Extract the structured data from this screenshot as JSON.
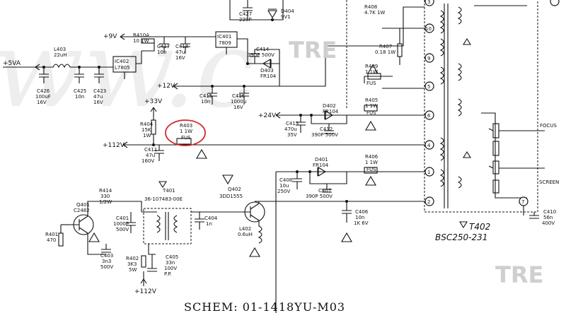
{
  "title": "SCHEM: 01-1418YU-M03",
  "watermark": {
    "big": "TRE",
    "small": "TRE",
    "faint": "ww.c"
  },
  "rails": {
    "v5a": "+5VA",
    "v9": "+9V",
    "v12": "+12V",
    "v33": "+33V",
    "v24": "+24V",
    "v112": "+112V",
    "v112b": "+112V"
  },
  "signals": {
    "focus": "FOCUS",
    "screen": "SCREEN"
  },
  "transformer": {
    "name": "T402",
    "part": "BSC250-231",
    "pins": [
      "3",
      "10",
      "9",
      "5",
      "6",
      "4",
      "1",
      "2",
      "7"
    ]
  },
  "drive_xfmr": {
    "name": "T401",
    "part": "36-107483-00E"
  },
  "components": {
    "l403": {
      "ref": "L403",
      "val": "22uH"
    },
    "c426": {
      "ref": "C426",
      "val": "100uF",
      "v": "16V"
    },
    "c425": {
      "ref": "C425",
      "val": "10n"
    },
    "c423": {
      "ref": "C423",
      "val": "47u",
      "v": "16V"
    },
    "ic402": {
      "ref": "IC402",
      "part": "L7805"
    },
    "r410a": {
      "ref": "R410A",
      "val": "10 1W"
    },
    "c417": {
      "ref": "C417",
      "val": "10n"
    },
    "c418": {
      "ref": "C418",
      "val": "47u",
      "v": "16V"
    },
    "ic401": {
      "ref": "IC401",
      "part": "7809"
    },
    "c427": {
      "ref": "C427",
      "val": "220P"
    },
    "d404": {
      "ref": "D404",
      "val": "9V1"
    },
    "c414": {
      "ref": "C414",
      "val": "390P 500V"
    },
    "d403": {
      "ref": "D403",
      "val": "FR104"
    },
    "c415": {
      "ref": "C415",
      "val": "10n"
    },
    "c416": {
      "ref": "C416",
      "val": "1000u",
      "v": "16V"
    },
    "r408": {
      "ref": "R408",
      "val": "4.7K 1W"
    },
    "r407": {
      "ref": "R407",
      "val": "0.18 1W"
    },
    "r409": {
      "ref": "R409",
      "val": "1 1W",
      "type": "FUS"
    },
    "r405": {
      "ref": "R405",
      "val": "1 1W",
      "type": "FUS"
    },
    "r404": {
      "ref": "R404",
      "val": "15K",
      "w": "1W"
    },
    "r403": {
      "ref": "R403",
      "val": "1 1W",
      "type": "FUS"
    },
    "c411": {
      "ref": "C411",
      "val": "47u",
      "v": "160V"
    },
    "d402": {
      "ref": "D402",
      "val": "FR104"
    },
    "c413": {
      "ref": "C413",
      "val": "470u",
      "v": "35V"
    },
    "c412": {
      "ref": "C412",
      "val": "390P 500V"
    },
    "d401": {
      "ref": "D401",
      "val": "FR104"
    },
    "r406": {
      "ref": "R406",
      "val": "1 1W",
      "type": "FUS"
    },
    "c408": {
      "ref": "C408",
      "val": "10u",
      "v": "250V"
    },
    "c407": {
      "ref": "C407",
      "val": "390P 500V"
    },
    "c406": {
      "ref": "C406",
      "val": "10n",
      "v": "1K 6V"
    },
    "c410": {
      "ref": "C410",
      "val": "56n",
      "v": "400V"
    },
    "r414": {
      "ref": "R414",
      "val": "330",
      "w": "1/2W"
    },
    "q401": {
      "ref": "Q401",
      "part": "C2482"
    },
    "r401": {
      "ref": "R401",
      "val": "470"
    },
    "c403": {
      "ref": "C403",
      "val": "3n3",
      "v": "500V"
    },
    "c401": {
      "ref": "C401",
      "val": "1000P",
      "v": "500V"
    },
    "r402": {
      "ref": "R402",
      "val": "3K3",
      "w": "5W"
    },
    "c405": {
      "ref": "C405",
      "val": "33n",
      "v": "100V",
      "t": "P.P."
    },
    "c404": {
      "ref": "C404",
      "val": "1n"
    },
    "q402": {
      "ref": "Q402",
      "part": "3DD1555"
    },
    "l402": {
      "ref": "L402",
      "val": "0.6uH"
    }
  }
}
